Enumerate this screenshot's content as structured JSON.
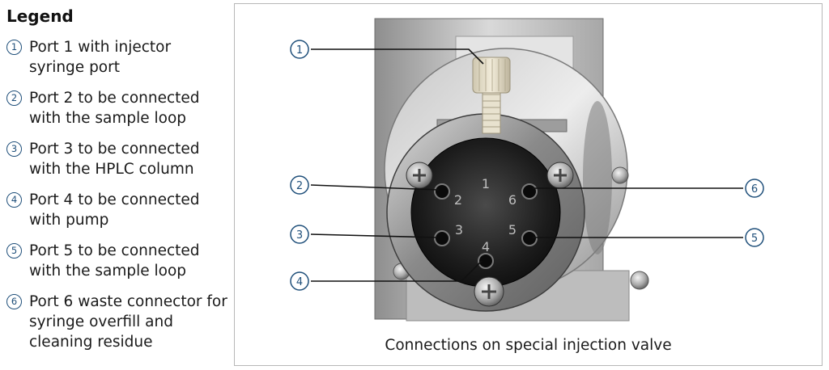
{
  "legend": {
    "title": "Legend",
    "items": [
      {
        "num": "1",
        "text": "Port 1 with injector syringe port"
      },
      {
        "num": "2",
        "text": "Port 2 to be connected with the sample loop"
      },
      {
        "num": "3",
        "text": "Port 3 to be connected with the HPLC column"
      },
      {
        "num": "4",
        "text": "Port 4 to be connected with pump"
      },
      {
        "num": "5",
        "text": "Port 5 to be connected with the sample loop"
      },
      {
        "num": "6",
        "text": "Port 6 waste connector for syringe overfill and cleaning residue"
      }
    ]
  },
  "figure": {
    "caption": "Connections on special injection valve",
    "callouts": [
      "1",
      "2",
      "3",
      "4",
      "5",
      "6"
    ],
    "port_labels": [
      "1",
      "2",
      "3",
      "4",
      "5",
      "6"
    ]
  }
}
